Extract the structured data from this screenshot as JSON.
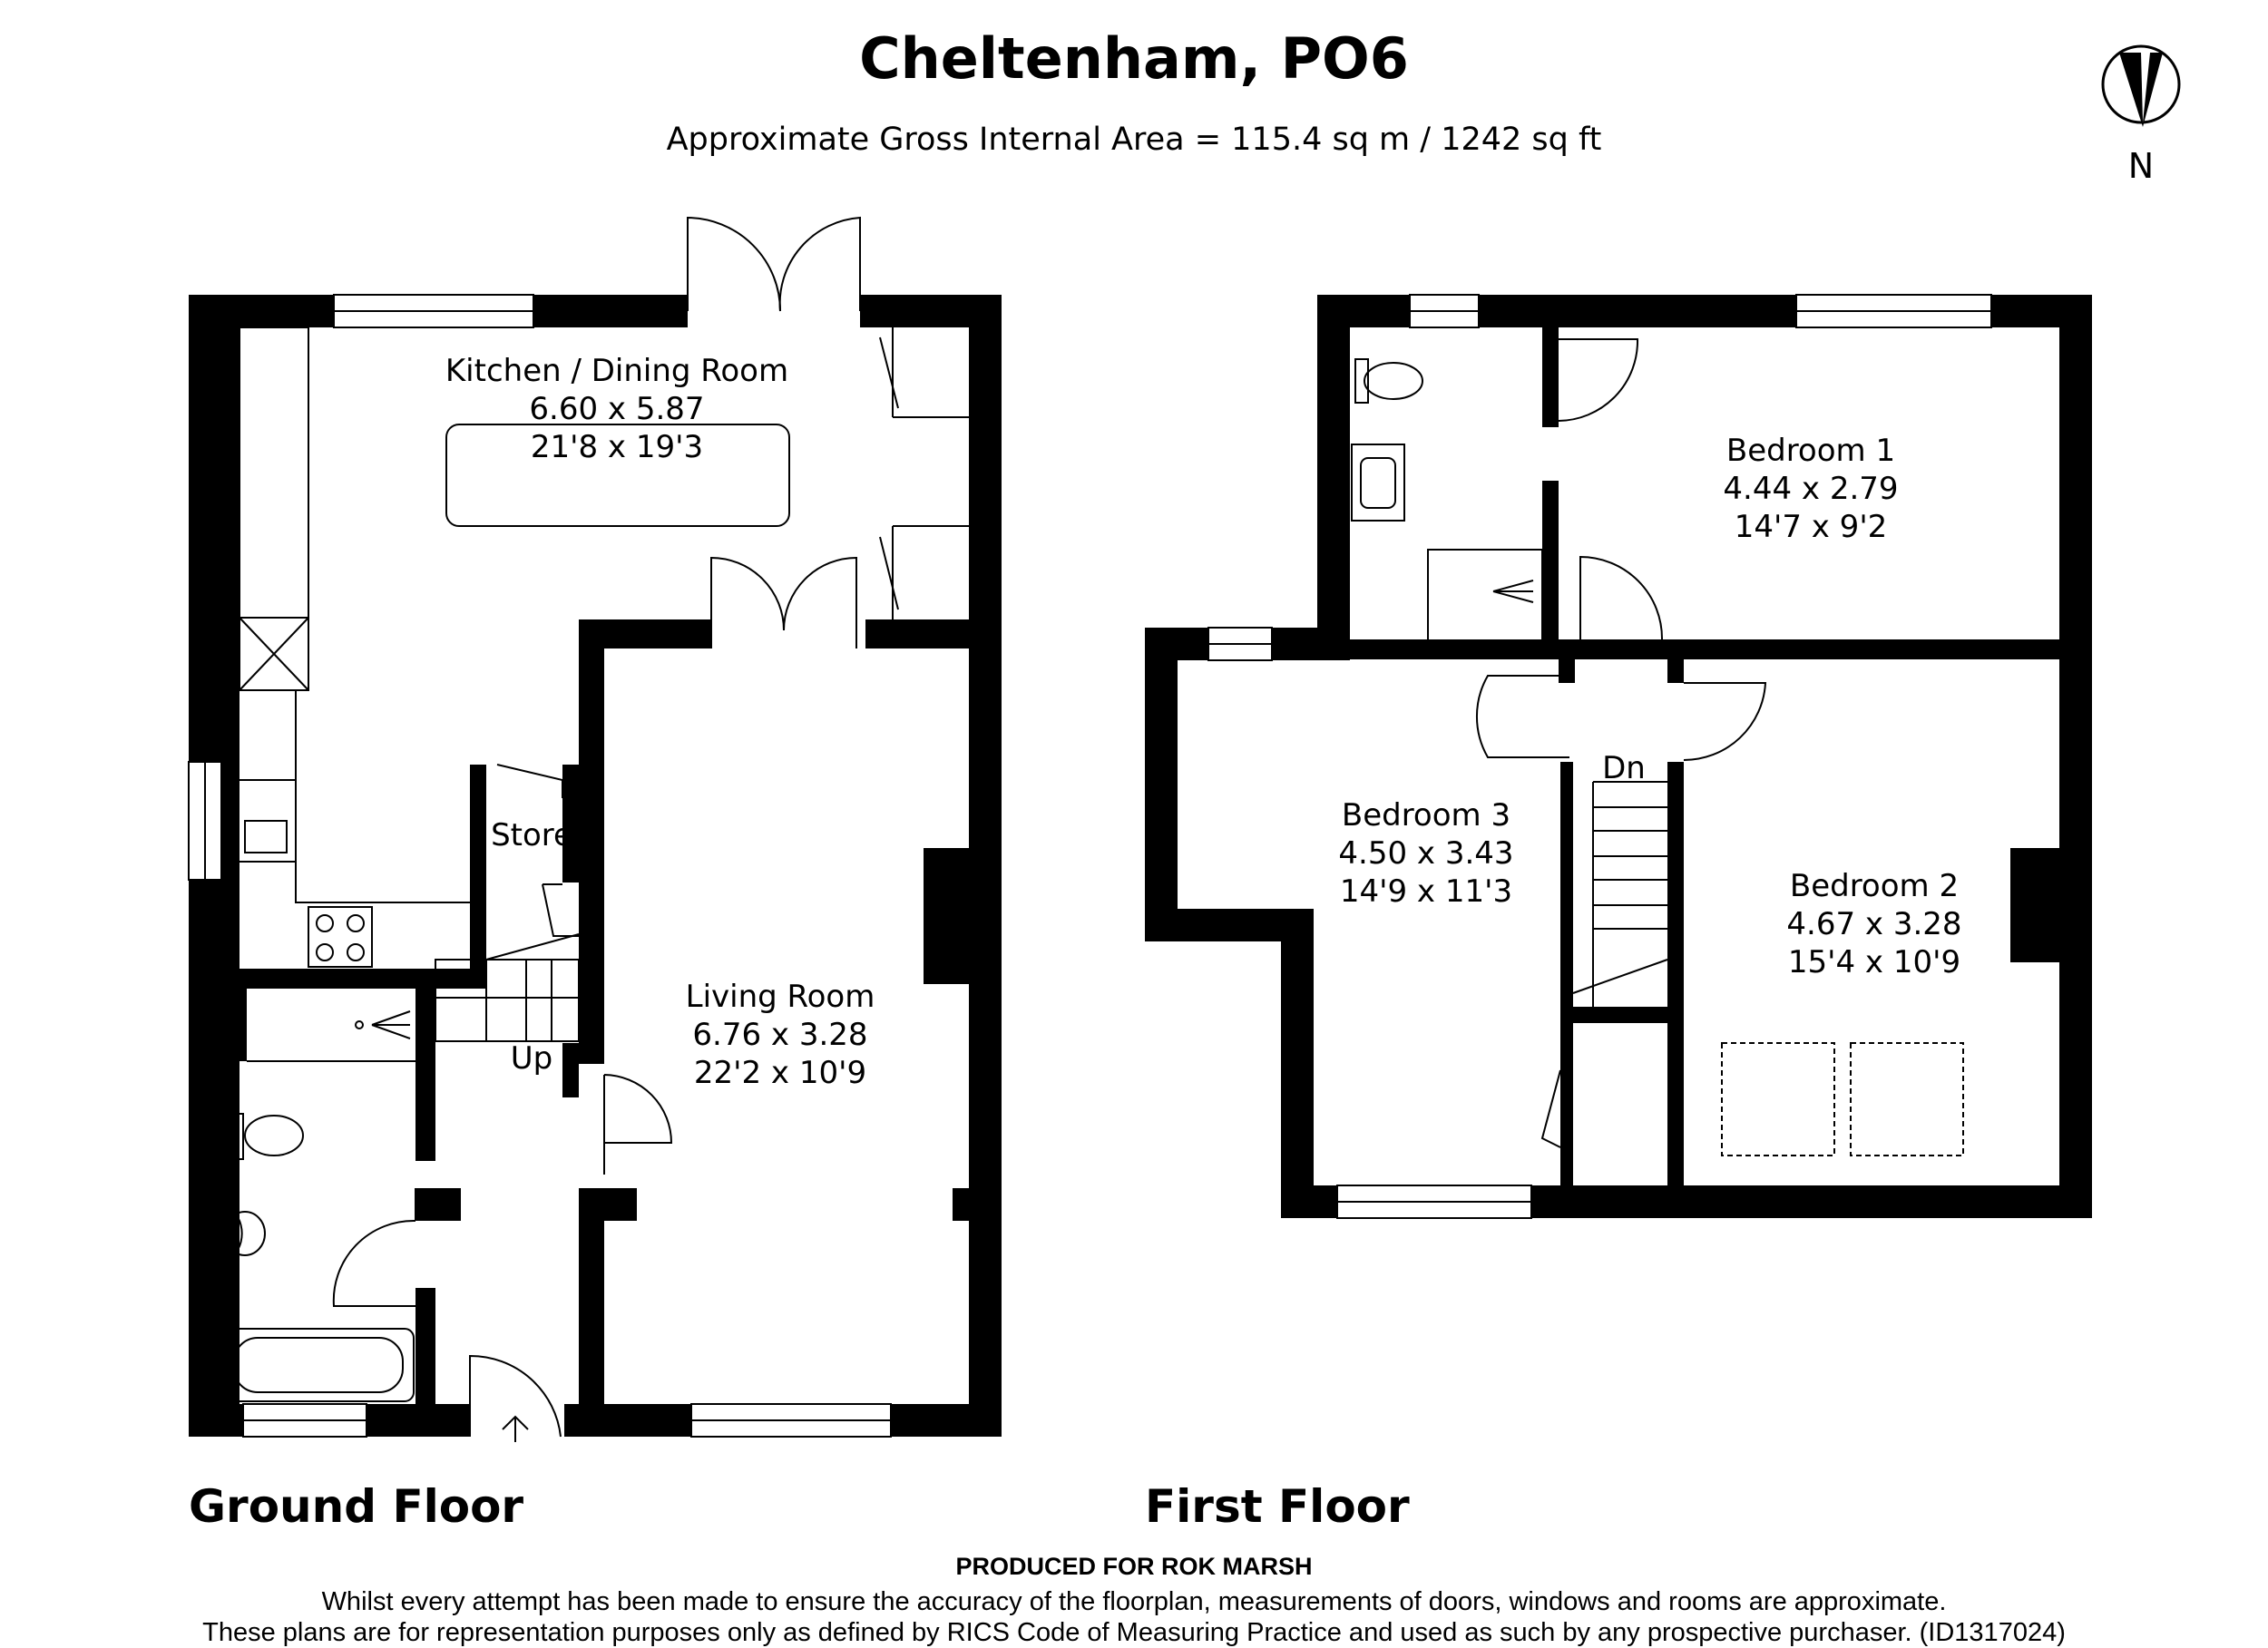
{
  "header": {
    "title": "Cheltenham, PO6",
    "subtitle": "Approximate Gross Internal Area = 115.4 sq m / 1242 sq ft",
    "compass_letter": "N"
  },
  "floors": {
    "ground": {
      "label": "Ground Floor",
      "rooms": {
        "kitchen": {
          "name": "Kitchen / Dining Room",
          "metric": "6.60 x 5.87",
          "imperial": "21'8 x 19'3"
        },
        "living": {
          "name": "Living Room",
          "metric": "6.76 x 3.28",
          "imperial": "22'2 x 10'9"
        },
        "store": {
          "name": "Store"
        }
      },
      "stairs_label": "Up"
    },
    "first": {
      "label": "First Floor",
      "rooms": {
        "bedroom1": {
          "name": "Bedroom 1",
          "metric": "4.44 x 2.79",
          "imperial": "14'7 x 9'2"
        },
        "bedroom2": {
          "name": "Bedroom 2",
          "metric": "4.67 x 3.28",
          "imperial": "15'4 x 10'9"
        },
        "bedroom3": {
          "name": "Bedroom 3",
          "metric": "4.50 x 3.43",
          "imperial": "14'9 x 11'3"
        }
      },
      "stairs_label": "Dn"
    }
  },
  "footer": {
    "producer": "PRODUCED FOR ROK MARSH",
    "disclaimer_line1": "Whilst every attempt has been made to ensure the accuracy of the floorplan, measurements of doors, windows and rooms are approximate.",
    "disclaimer_line2": "These plans are for representation purposes only as defined by RICS Code of Measuring Practice and used as such by any prospective purchaser. (ID1317024)"
  },
  "colors": {
    "wall": "#000000",
    "line": "#000000",
    "background": "#ffffff"
  }
}
